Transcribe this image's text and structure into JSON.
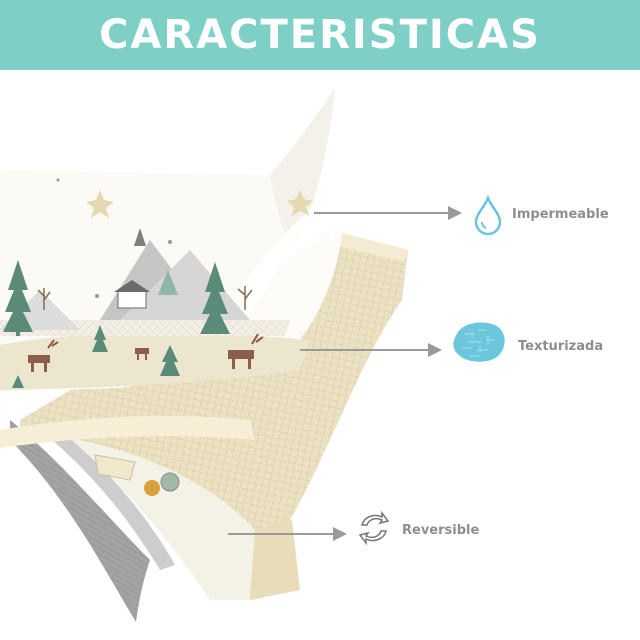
{
  "banner": {
    "title": "CARACTERISTICAS",
    "color": "#7ecfc6"
  },
  "features": [
    {
      "label": "Impermeable",
      "icon": "water-drop-icon"
    },
    {
      "label": "Texturizada",
      "icon": "textured-blob-icon"
    },
    {
      "label": "Reversible",
      "icon": "reverse-arrows-icon"
    }
  ],
  "colors": {
    "accent": "#7ecfc6",
    "label": "#8e8e8e",
    "mat_foam": "#ece2c4",
    "tree_green": "#5a8a78",
    "reverse_side_gray": "#9c9c9c"
  }
}
